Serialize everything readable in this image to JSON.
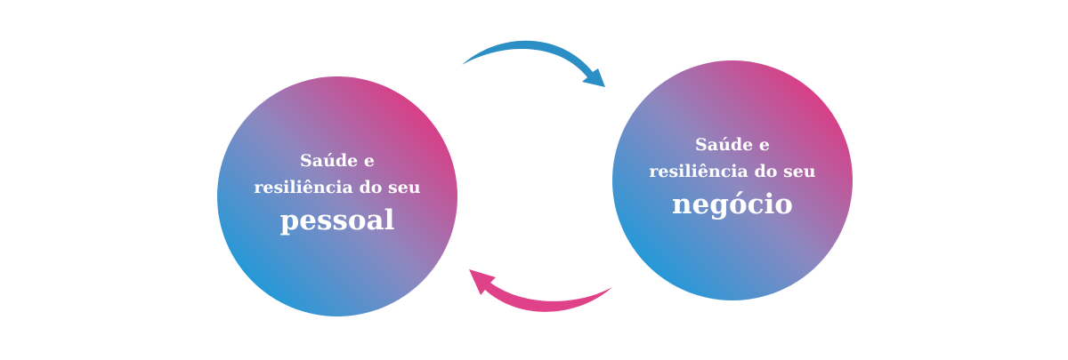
{
  "colors": {
    "gradient_blue": "#1e9ad9",
    "gradient_purple": "#8d88c0",
    "gradient_pink": "#e2357f",
    "arrow_top": "#2b8ec4",
    "arrow_bottom": "#e0428a",
    "text": "#ffffff"
  },
  "circles": [
    {
      "line1": "Saúde e",
      "line2": "resiliência do seu",
      "emphasis": "pessoal"
    },
    {
      "line1": "Saúde e",
      "line2": "resiliência do seu",
      "emphasis": "negócio"
    }
  ],
  "arrows": [
    {
      "direction": "left-to-right",
      "color_key": "arrow_top"
    },
    {
      "direction": "right-to-left",
      "color_key": "arrow_bottom"
    }
  ]
}
